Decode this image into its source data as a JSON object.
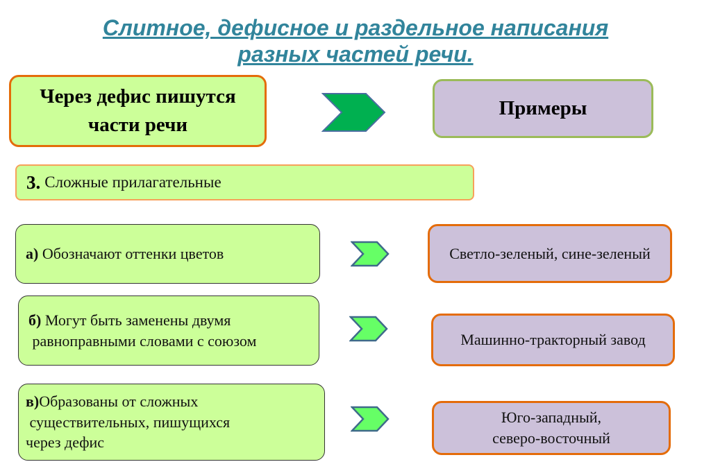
{
  "title": {
    "line1": "Слитное, дефисное и раздельное написания",
    "line2": "разных частей речи."
  },
  "header": {
    "left": "Через дефис пишутся части речи",
    "right": "Примеры"
  },
  "section": {
    "number": "3.",
    "label": "Сложные прилагательные"
  },
  "rows": [
    {
      "letter": "а)",
      "rule": "Обозначают оттенки цветов",
      "example": "Светло-зеленый, сине-зеленый"
    },
    {
      "letter": "б)",
      "rule": "Могут быть заменены двумя",
      "rule2": "равноправными словами с союзом",
      "example": "Машинно-тракторный завод"
    },
    {
      "letter": "в)",
      "rule": "Образованы от сложных",
      "rule2": "существительных, пишущихся",
      "rule3": "через дефис",
      "example": "Юго-западный,",
      "example2": "северо-восточный"
    }
  ]
}
